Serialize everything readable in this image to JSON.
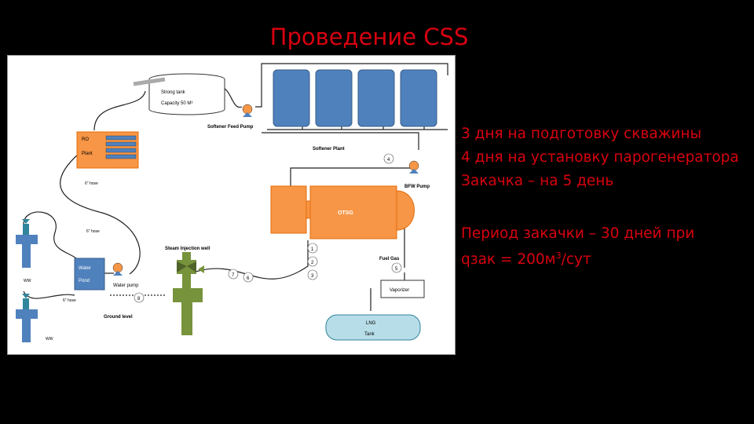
{
  "slide": {
    "title": "Проведение CSS",
    "lines": [
      "3 дня на подготовку скважины",
      "4 дня на установку парогенератора",
      "Закачка – на 5 день"
    ],
    "period_line1": "Период закачки – 30 дней при",
    "period_line2_prefix": "qзак = 200м",
    "period_line2_sup": "3",
    "period_line2_suffix": "/сут"
  },
  "diagram": {
    "storage_tank": "Strong tank",
    "storage_capacity": "Capacity 50 M³",
    "softener_feed_pump": "Softener Feed Pump",
    "softener_plant": "Softener Plant",
    "ro_plant_line1": "RO",
    "ro_plant_line2": "Plant",
    "bfw_pump": "BFW Pump",
    "otsg": "OTSG",
    "steam_injection_well": "Steam Injection well",
    "water_pond_line1": "Water",
    "water_pond_line2": "Pond",
    "water_pump": "Water pump",
    "ground_level": "Ground level",
    "fuel_gas": "Fuel Gas",
    "vaporizer": "Vaporizer",
    "lng_tank_line1": "LNG",
    "lng_tank_line2": "Tank",
    "ww_top": "WW",
    "ww_bottom": "WW",
    "hose_1": "6\" hose",
    "hose_2": "6\" hose",
    "hose_3": "6\" hose",
    "markers": [
      "1",
      "2",
      "3",
      "4",
      "5",
      "6",
      "7",
      "8"
    ]
  },
  "colors": {
    "title": "#d8000f",
    "orange": "#f79646",
    "blue": "#4f81bd",
    "green": "#77933c",
    "teal": "#31859c",
    "light_blue": "#b7dde8"
  }
}
